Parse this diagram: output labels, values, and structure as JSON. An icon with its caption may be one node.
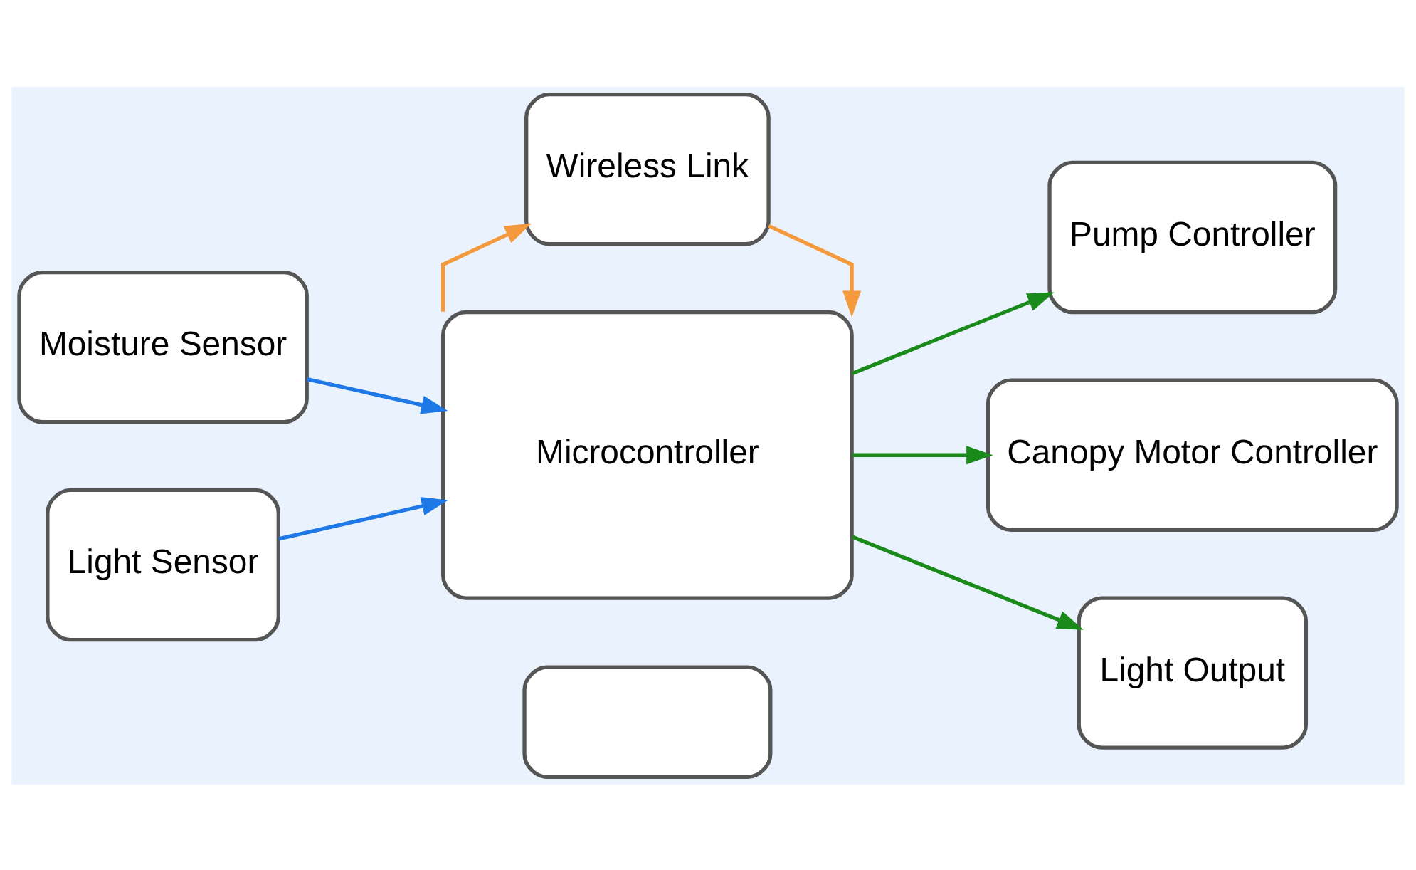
{
  "diagram": {
    "nodes": [
      {
        "text": [],
        "shape": "box"
      },
      {
        "text": [
          "Moisture Sensor"
        ]
      },
      {
        "text": [
          "Light Sensor"
        ]
      },
      {
        "text": [
          "Microcontroller"
        ]
      },
      {
        "text": [
          "Wireless Link"
        ]
      },
      {
        "text": [
          "Pump Controller"
        ]
      },
      {
        "text": [
          "Canopy Motor Controller"
        ]
      },
      {
        "text": [
          "Light Output"
        ]
      }
    ],
    "edges": [
      {
        "from": 1,
        "to": 3,
        "arrow": "to",
        "color": "#1e78e6"
      },
      {
        "from": 2,
        "to": 3,
        "arrow": "to",
        "color": "#1e78e6"
      },
      {
        "from": 3,
        "to": 5,
        "arrow": "to",
        "color": "#1a8a1a"
      },
      {
        "from": 3,
        "to": 6,
        "arrow": "to",
        "color": "#1a8a1a"
      },
      {
        "from": 3,
        "to": 7,
        "arrow": "to",
        "color": "#1a8a1a"
      },
      {
        "from": 4,
        "to": 3,
        "arrow": "to",
        "color": "#f59a3c"
      },
      {
        "from": 3,
        "to": 4,
        "arrow": "to",
        "color": "#f59a3c"
      }
    ]
  }
}
